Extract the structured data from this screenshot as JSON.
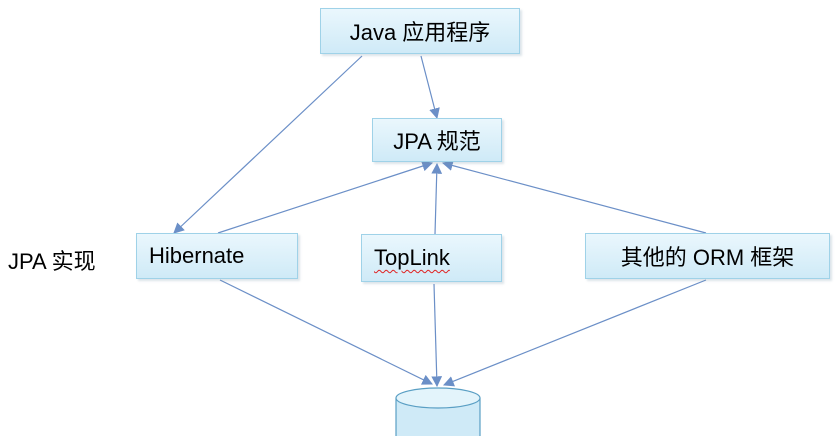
{
  "diagram": {
    "nodes": {
      "java_app": "Java 应用程序",
      "jpa_spec": "JPA 规范",
      "impl_label": "JPA 实现",
      "hibernate": "Hibernate",
      "toplink": "TopLink",
      "other_orm": "其他的 ORM 框架"
    },
    "colors": {
      "box_fill_top": "#eaf7fd",
      "box_fill_bottom": "#cfeaf7",
      "box_border": "#9fd2e8",
      "arrow": "#6b8fc7",
      "database_fill": "#cfeaf7"
    },
    "edges": [
      {
        "from": "java_app",
        "to": "jpa_spec"
      },
      {
        "from": "java_app",
        "to": "hibernate"
      },
      {
        "from": "hibernate",
        "to": "jpa_spec"
      },
      {
        "from": "toplink",
        "to": "jpa_spec"
      },
      {
        "from": "other_orm",
        "to": "jpa_spec"
      },
      {
        "from": "hibernate",
        "to": "database"
      },
      {
        "from": "toplink",
        "to": "database"
      },
      {
        "from": "other_orm",
        "to": "database"
      }
    ]
  }
}
